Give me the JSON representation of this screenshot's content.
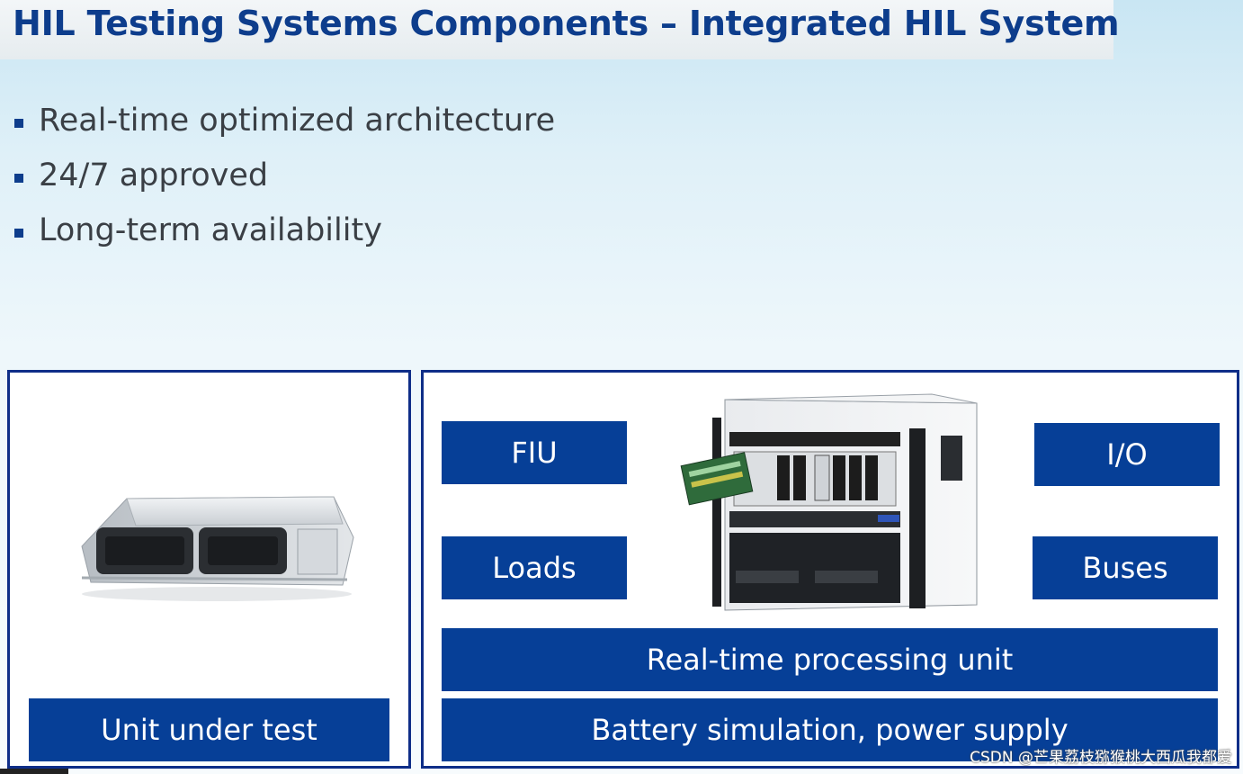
{
  "slide": {
    "title": "HIL Testing Systems Components – Integrated HIL System",
    "bullets": [
      "Real-time optimized architecture",
      "24/7 approved",
      "Long-term availability"
    ]
  },
  "left_panel": {
    "image": "ecu-control-unit",
    "label": "Unit under test"
  },
  "right_panel": {
    "image": "hil-simulator-rack",
    "boxes": {
      "fiu": "FIU",
      "io": "I/O",
      "loads": "Loads",
      "buses": "Buses",
      "rtpu": "Real-time processing unit",
      "battery": "Battery simulation, power supply"
    }
  },
  "watermark": "CSDN @芒果荔枝猕猴桃大西瓜我都爱",
  "colors": {
    "accent": "#063f97",
    "border": "#0f2e88",
    "title": "#0d3d8c"
  }
}
